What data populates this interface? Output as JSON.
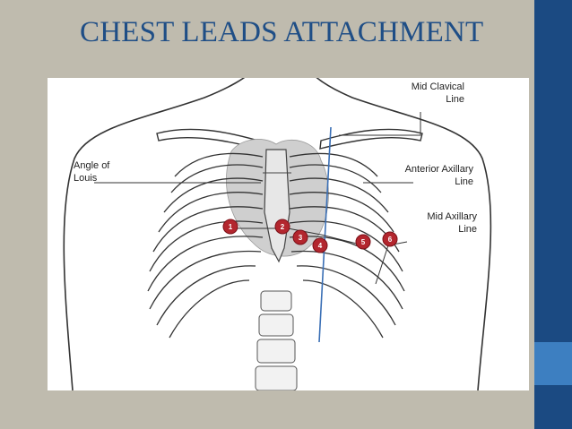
{
  "title": "CHEST LEADS ATTACHMENT",
  "labels": {
    "mid_clavical_1": "Mid Clavical",
    "mid_clavical_2": "Line",
    "angle_1": "Angle of",
    "angle_2": "Louis",
    "anterior_1": "Anterior Axillary",
    "anterior_2": "Line",
    "mid_axillary_1": "Mid Axillary",
    "mid_axillary_2": "Line"
  },
  "leads": [
    "1",
    "2",
    "3",
    "4",
    "5",
    "6"
  ],
  "colors": {
    "title": "#1f4e86",
    "background": "#bfbbae",
    "sidebar": "#1b4a82",
    "sidebar_accent": "#3d7fc1",
    "lead_marker": "#b3262e",
    "reference_line": "#3a6fb5"
  }
}
